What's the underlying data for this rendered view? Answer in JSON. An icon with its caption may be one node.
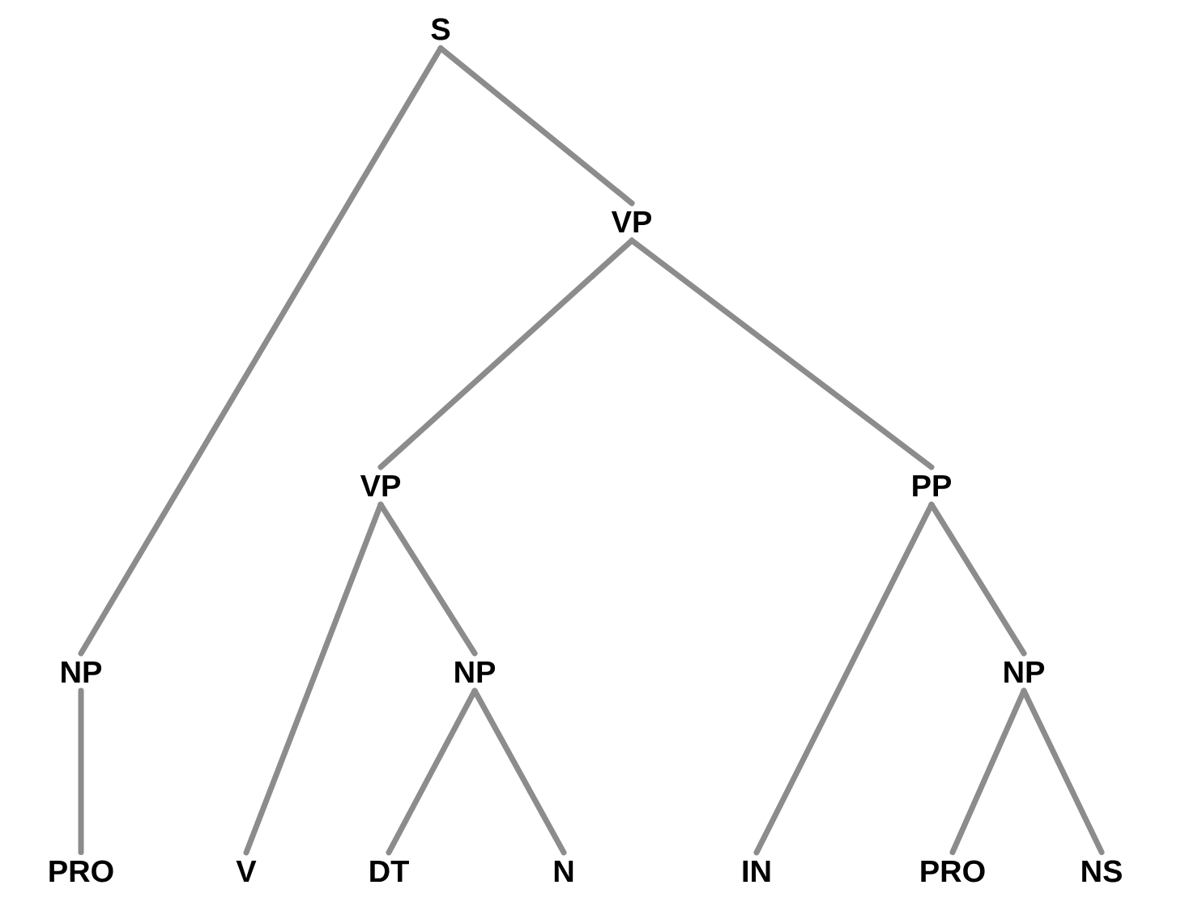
{
  "diagram": {
    "nodes": [
      {
        "text": [
          "S"
        ]
      },
      {
        "text": [
          "VP"
        ]
      },
      {
        "text": [
          "VP"
        ]
      },
      {
        "text": [
          "PP"
        ]
      },
      {
        "text": [
          "NP"
        ]
      },
      {
        "text": [
          "NP"
        ]
      },
      {
        "text": [
          "NP"
        ]
      },
      {
        "text": [
          "PRO"
        ]
      },
      {
        "text": [
          "V"
        ]
      },
      {
        "text": [
          "DT"
        ]
      },
      {
        "text": [
          "N"
        ]
      },
      {
        "text": [
          "IN"
        ]
      },
      {
        "text": [
          "PRO"
        ]
      },
      {
        "text": [
          "NS"
        ]
      }
    ],
    "edges": [
      {
        "from": 0,
        "to": 4,
        "arrow": "none"
      },
      {
        "from": 0,
        "to": 1,
        "arrow": "none"
      },
      {
        "from": 1,
        "to": 2,
        "arrow": "none"
      },
      {
        "from": 1,
        "to": 3,
        "arrow": "none"
      },
      {
        "from": 2,
        "to": 8,
        "arrow": "none"
      },
      {
        "from": 2,
        "to": 5,
        "arrow": "none"
      },
      {
        "from": 5,
        "to": 9,
        "arrow": "none"
      },
      {
        "from": 5,
        "to": 10,
        "arrow": "none"
      },
      {
        "from": 3,
        "to": 11,
        "arrow": "none"
      },
      {
        "from": 3,
        "to": 6,
        "arrow": "none"
      },
      {
        "from": 6,
        "to": 12,
        "arrow": "none"
      },
      {
        "from": 6,
        "to": 13,
        "arrow": "none"
      },
      {
        "from": 4,
        "to": 7,
        "arrow": "none"
      }
    ]
  }
}
